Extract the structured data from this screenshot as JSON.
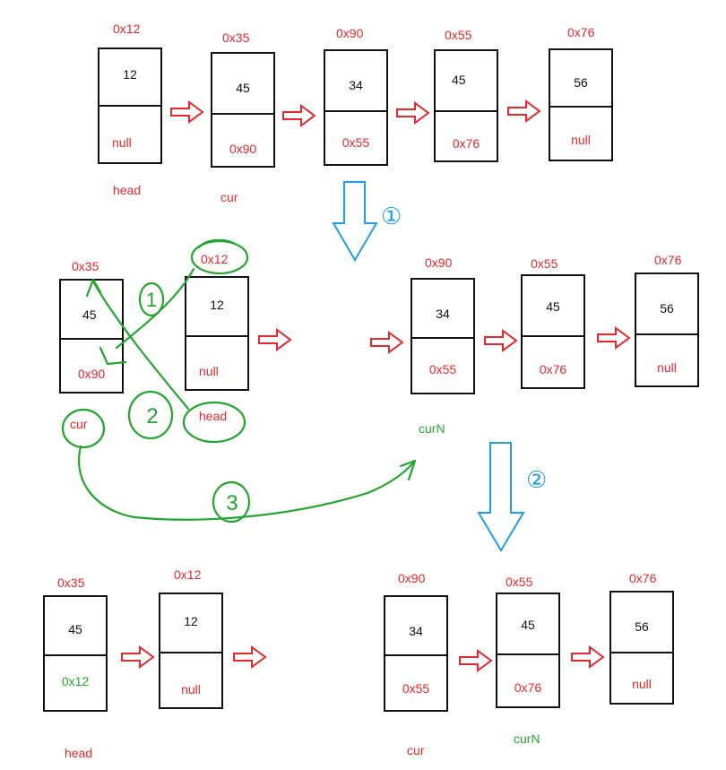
{
  "colors": {
    "red": "#e8262b",
    "green": "#22a52f",
    "blue": "#1e9ee8",
    "border": "#111111"
  },
  "row1": {
    "nodes": [
      {
        "addr": "0x12",
        "val": "12",
        "next": "null"
      },
      {
        "addr": "0x35",
        "val": "45",
        "next": "0x90"
      },
      {
        "addr": "0x90",
        "val": "34",
        "next": "0x55"
      },
      {
        "addr": "0x55",
        "val": "45",
        "next": "0x76"
      },
      {
        "addr": "0x76",
        "val": "56",
        "next": "null"
      }
    ],
    "head_label": "head",
    "cur_label": "cur"
  },
  "steps": {
    "step1": "①",
    "step2": "②"
  },
  "row2": {
    "left_nodes": [
      {
        "addr": "0x35",
        "val": "45",
        "next": "0x90"
      },
      {
        "val": "12",
        "next": "null"
      }
    ],
    "circled_addr": "0x12",
    "head_label": "head",
    "cur_label": "cur",
    "right_nodes": [
      {
        "addr": "0x90",
        "val": "34",
        "next": "0x55"
      },
      {
        "addr": "0x55",
        "val": "45",
        "next": "0x76"
      },
      {
        "addr": "0x76",
        "val": "56",
        "next": "null"
      }
    ],
    "curN_label": "curN",
    "annotations": {
      "a1": "1",
      "a2": "2",
      "a3": "3"
    }
  },
  "row3": {
    "left_nodes": [
      {
        "addr": "0x35",
        "val": "45",
        "next": "0x12"
      },
      {
        "addr": "0x12",
        "val": "12",
        "next": "null"
      }
    ],
    "right_nodes": [
      {
        "addr": "0x90",
        "val": "34",
        "next": "0x55"
      },
      {
        "addr": "0x55",
        "val": "45",
        "next": "0x76"
      },
      {
        "addr": "0x76",
        "val": "56",
        "next": "null"
      }
    ],
    "head_label": "head",
    "cur_label": "cur",
    "curN_label": "curN"
  }
}
